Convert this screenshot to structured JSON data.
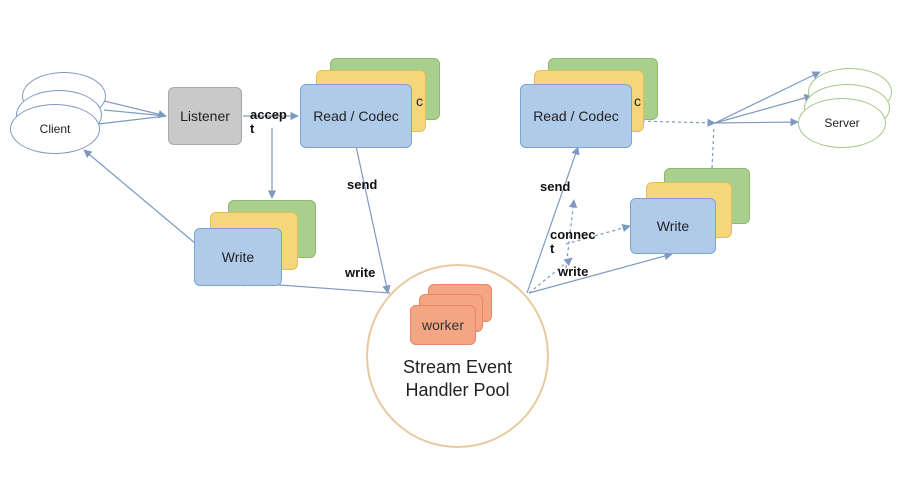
{
  "nodes": {
    "client": "Client",
    "listener": "Listener",
    "read_codec_left": "Read / Codec",
    "read_codec_right": "Read / Codec",
    "write_left": "Write",
    "write_right": "Write",
    "worker": "worker",
    "pool_line1": "Stream Event",
    "pool_line2": "Handler Pool",
    "server": "Server",
    "partial_c_left": "c",
    "partial_c_right": "c"
  },
  "edges": {
    "accept_line1": "accep",
    "accept_line2": "t",
    "send_left": "send",
    "write_left": "write",
    "send_right": "send",
    "connect_line1": "connec",
    "connect_line2": "t",
    "write_right": "write"
  },
  "colors": {
    "edge": "#7f9ac0",
    "pool_border": "#e8c9a0"
  }
}
